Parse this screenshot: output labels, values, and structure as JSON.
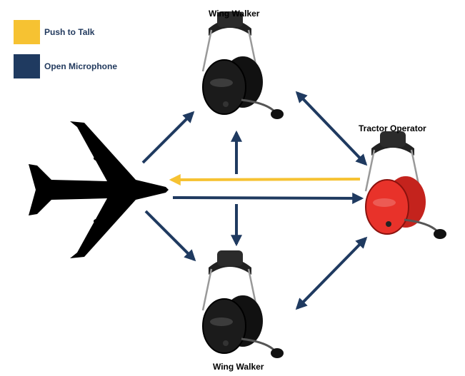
{
  "legend": {
    "push_to_talk": {
      "label": "Push to Talk",
      "color": "#f6c232"
    },
    "open_microphone": {
      "label": "Open Microphone",
      "color": "#1f3a60"
    }
  },
  "nodes": {
    "aircraft": {
      "icon": "airplane-icon"
    },
    "wing_walker_top": {
      "label": "Wing Walker",
      "icon": "headset-icon",
      "color": "#1b1b1b"
    },
    "tractor_operator": {
      "label": "Tractor Operator",
      "icon": "headset-icon",
      "color": "#e8322a"
    },
    "wing_walker_bottom": {
      "label": "Wing Walker",
      "icon": "headset-icon",
      "color": "#1b1b1b"
    }
  }
}
